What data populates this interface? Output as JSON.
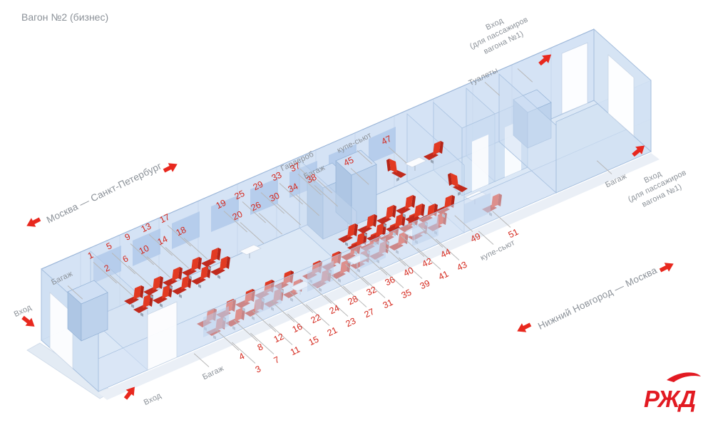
{
  "title": "Вагон №2 (бизнес)",
  "colors": {
    "accent_red": "#e8281e",
    "seat_red": "#d8291f",
    "number_red": "#d5291e",
    "car_blue": "#cadcf2",
    "label_gray": "#8b9198"
  },
  "routes": {
    "left": "Москва — Санкт-Петербург",
    "right": "Нижний Новгород — Москва"
  },
  "labels": {
    "entry_top": {
      "line1": "Вход",
      "line2": "(для пассажиров",
      "line3": "вагона №1)"
    },
    "entry_right": {
      "line1": "Вход",
      "line2": "(для пассажиров",
      "line3": "вагона №1)"
    },
    "entry_left": "Вход",
    "entry_bottom": "Вход",
    "toilets": "Туалеты",
    "wardrobe": "Гардероб",
    "baggage_left": "Багаж",
    "baggage_bottom": "Багаж",
    "baggage_top": "Багаж",
    "baggage_right": "Багаж",
    "suite_top": "купе-сьют",
    "suite_bottom": "купе-сьют"
  },
  "logo": "РЖД",
  "seat_numbers": {
    "left_window": [
      "1",
      "5",
      "9",
      "13",
      "17"
    ],
    "left_aisle": [
      "2",
      "6",
      "10",
      "14",
      "18"
    ],
    "mid_window": [
      "19",
      "25",
      "29",
      "33",
      "37"
    ],
    "mid_aisle": [
      "20",
      "26",
      "30",
      "34",
      "38"
    ],
    "bottom_aisle": [
      "3",
      "7",
      "11",
      "15",
      "21",
      "23",
      "27",
      "31",
      "35",
      "39",
      "41",
      "43"
    ],
    "bottom_window": [
      "4",
      "8",
      "12",
      "16",
      "22",
      "24",
      "28",
      "32",
      "36",
      "40",
      "42",
      "44"
    ],
    "suite": [
      "45",
      "47",
      "49",
      "51"
    ]
  }
}
